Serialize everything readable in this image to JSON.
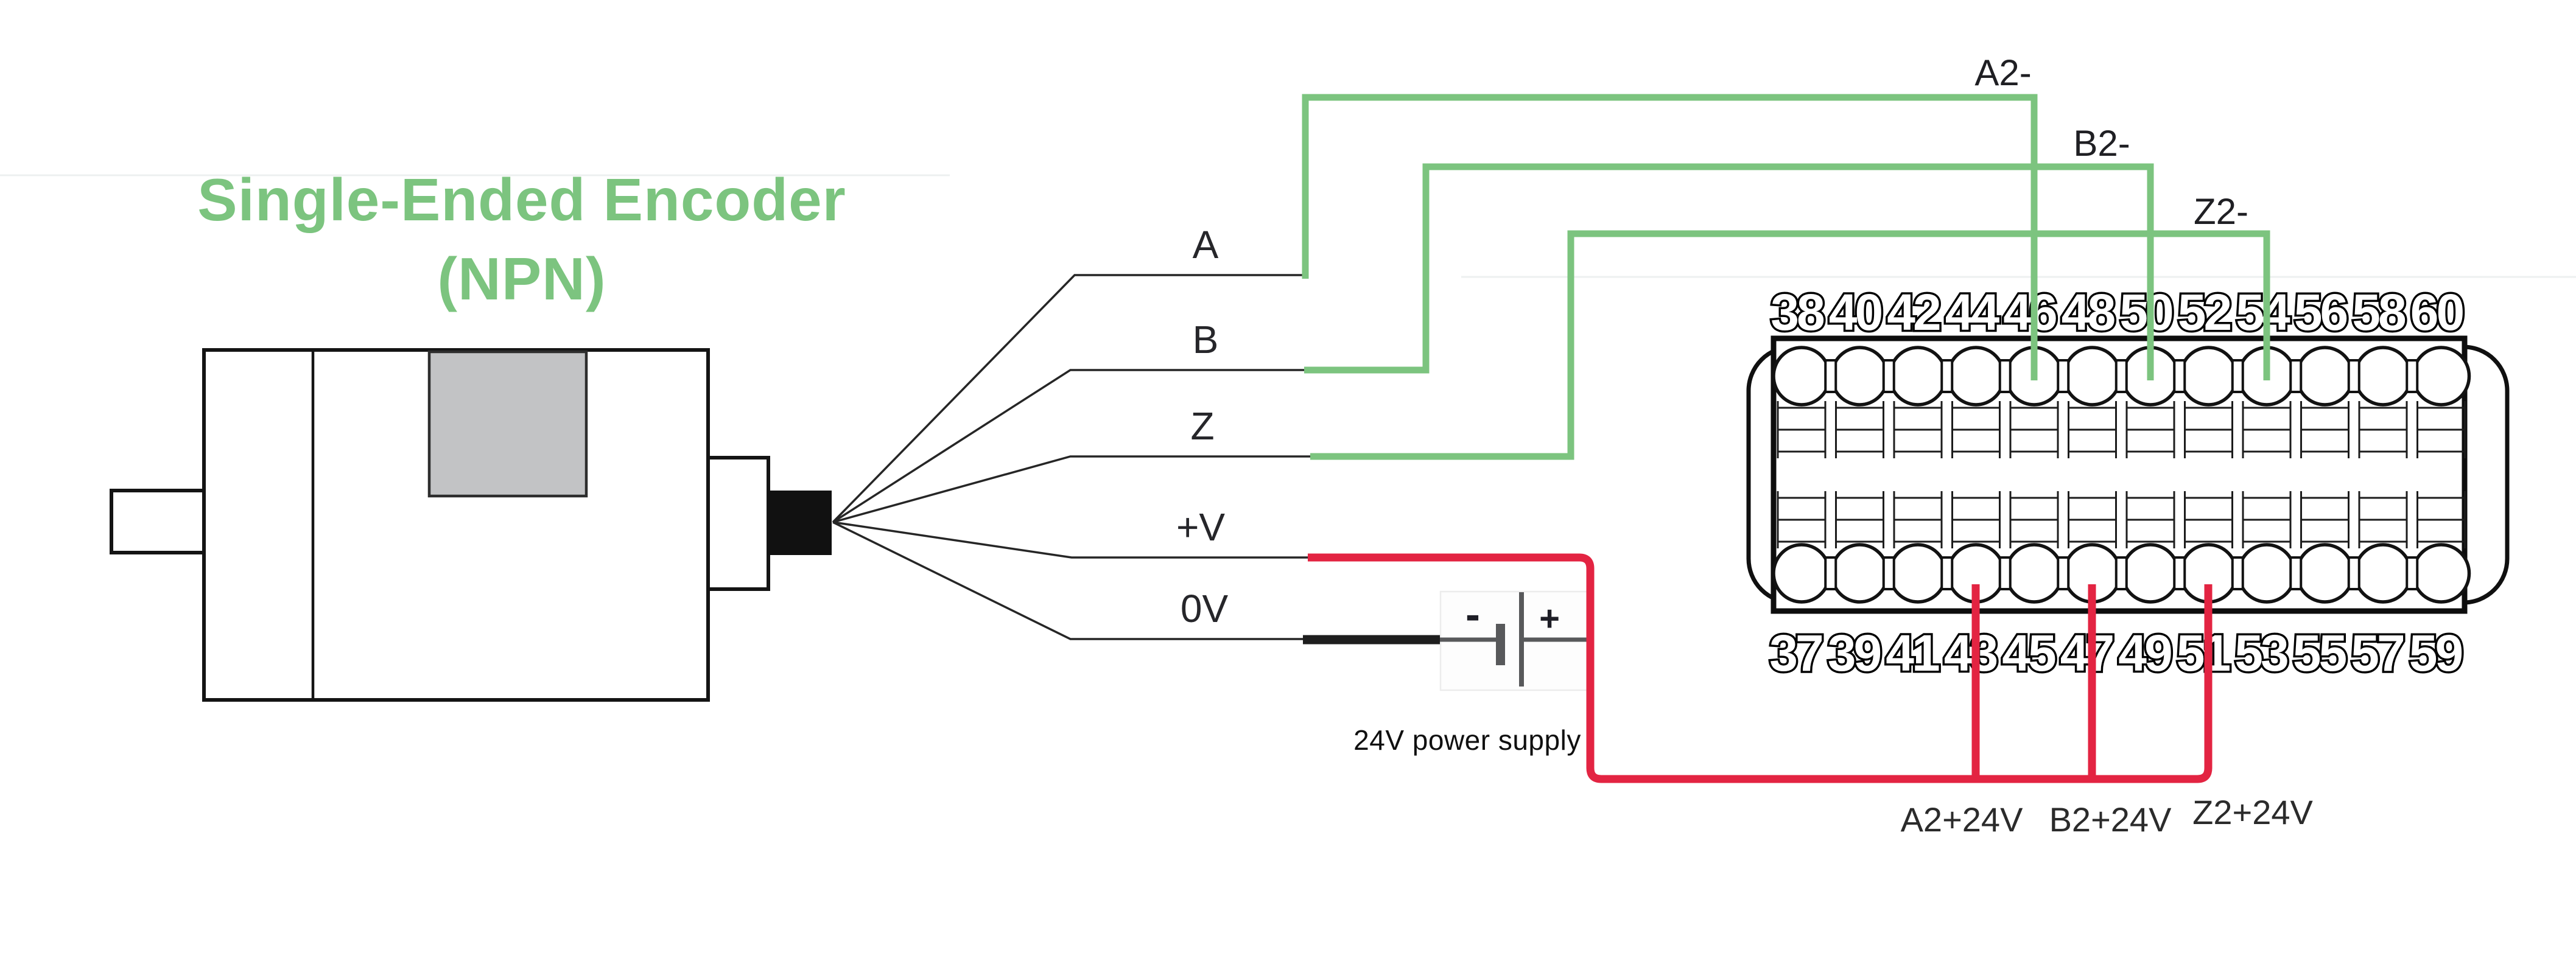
{
  "title": {
    "line1": "Single-Ended Encoder",
    "line2": "(NPN)",
    "color": "#7cc47f"
  },
  "encoder": {
    "wire_labels": [
      "A",
      "B",
      "Z",
      "+V",
      "0V"
    ]
  },
  "signal_wiring": {
    "color": "#7cc47f",
    "labels": [
      "A2-",
      "B2-",
      "Z2-"
    ],
    "connects_to_terminals": [
      "46",
      "50",
      "54"
    ]
  },
  "power_wiring": {
    "color": "#e32442",
    "battery_minus": "-",
    "battery_plus": "+",
    "caption": "24V power supply",
    "labels": [
      "A2+24V",
      "B2+24V",
      "Z2+24V"
    ],
    "connects_to_terminals": [
      "43",
      "47",
      "51"
    ]
  },
  "terminal_block": {
    "top_row": [
      "38",
      "40",
      "42",
      "44",
      "46",
      "48",
      "50",
      "52",
      "54",
      "56",
      "58",
      "60"
    ],
    "bottom_row": [
      "37",
      "39",
      "41",
      "43",
      "45",
      "47",
      "49",
      "51",
      "53",
      "55",
      "57",
      "59"
    ]
  }
}
